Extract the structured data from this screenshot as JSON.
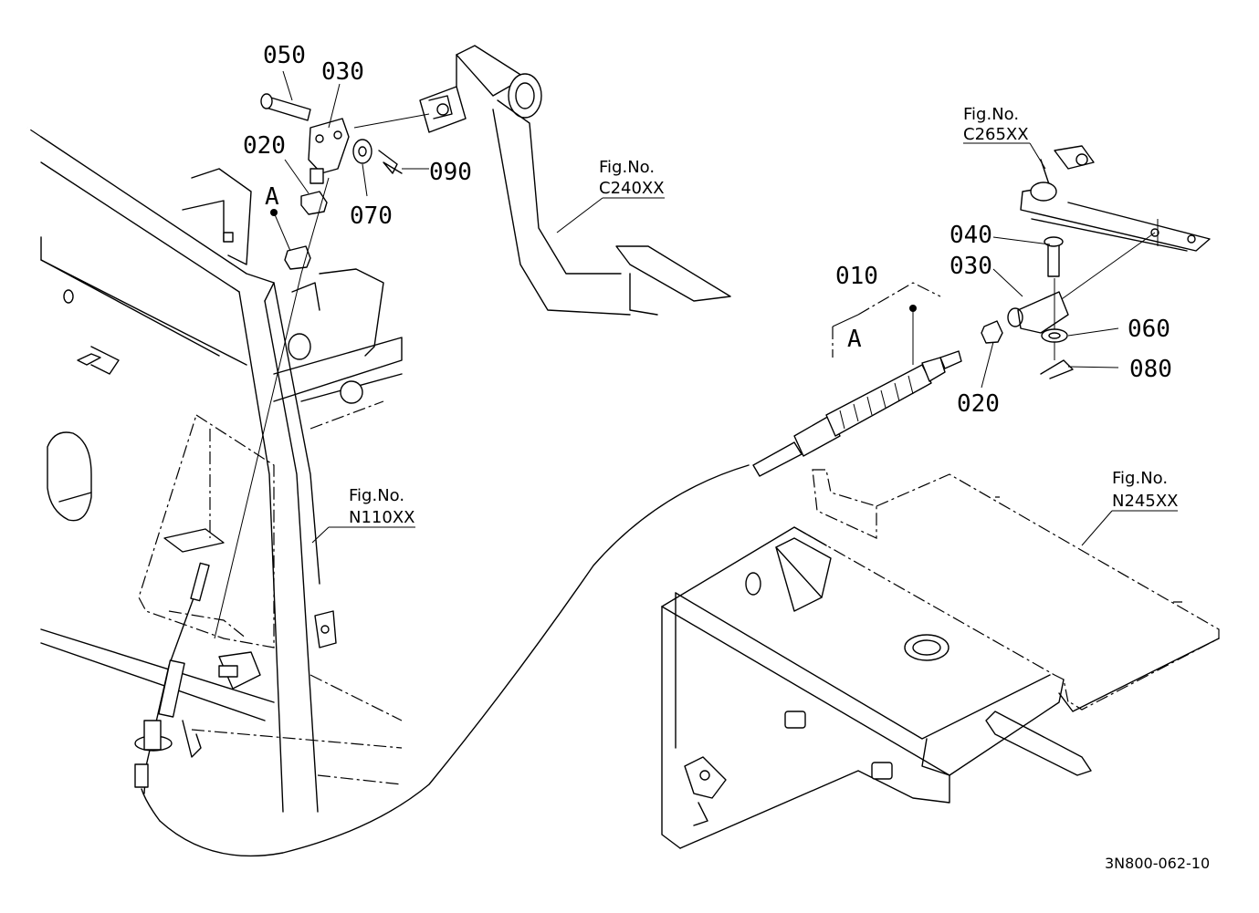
{
  "callouts": {
    "p050": "050",
    "p030_top": "030",
    "p020_top": "020",
    "p090": "090",
    "p070": "070",
    "a_top": "A",
    "p010": "010",
    "a_box": "A",
    "p040": "040",
    "p030_right": "030",
    "p060": "060",
    "p080": "080",
    "p020_right": "020"
  },
  "figrefs": {
    "c240": {
      "label": "Fig.No.",
      "code": "C240XX"
    },
    "c265": {
      "label": "Fig.No.",
      "code": "C265XX"
    },
    "n110": {
      "label": "Fig.No.",
      "code": "N110XX"
    },
    "n245": {
      "label": "Fig.No.",
      "code": "N245XX"
    }
  },
  "drawing_code": "3N800-062-10"
}
